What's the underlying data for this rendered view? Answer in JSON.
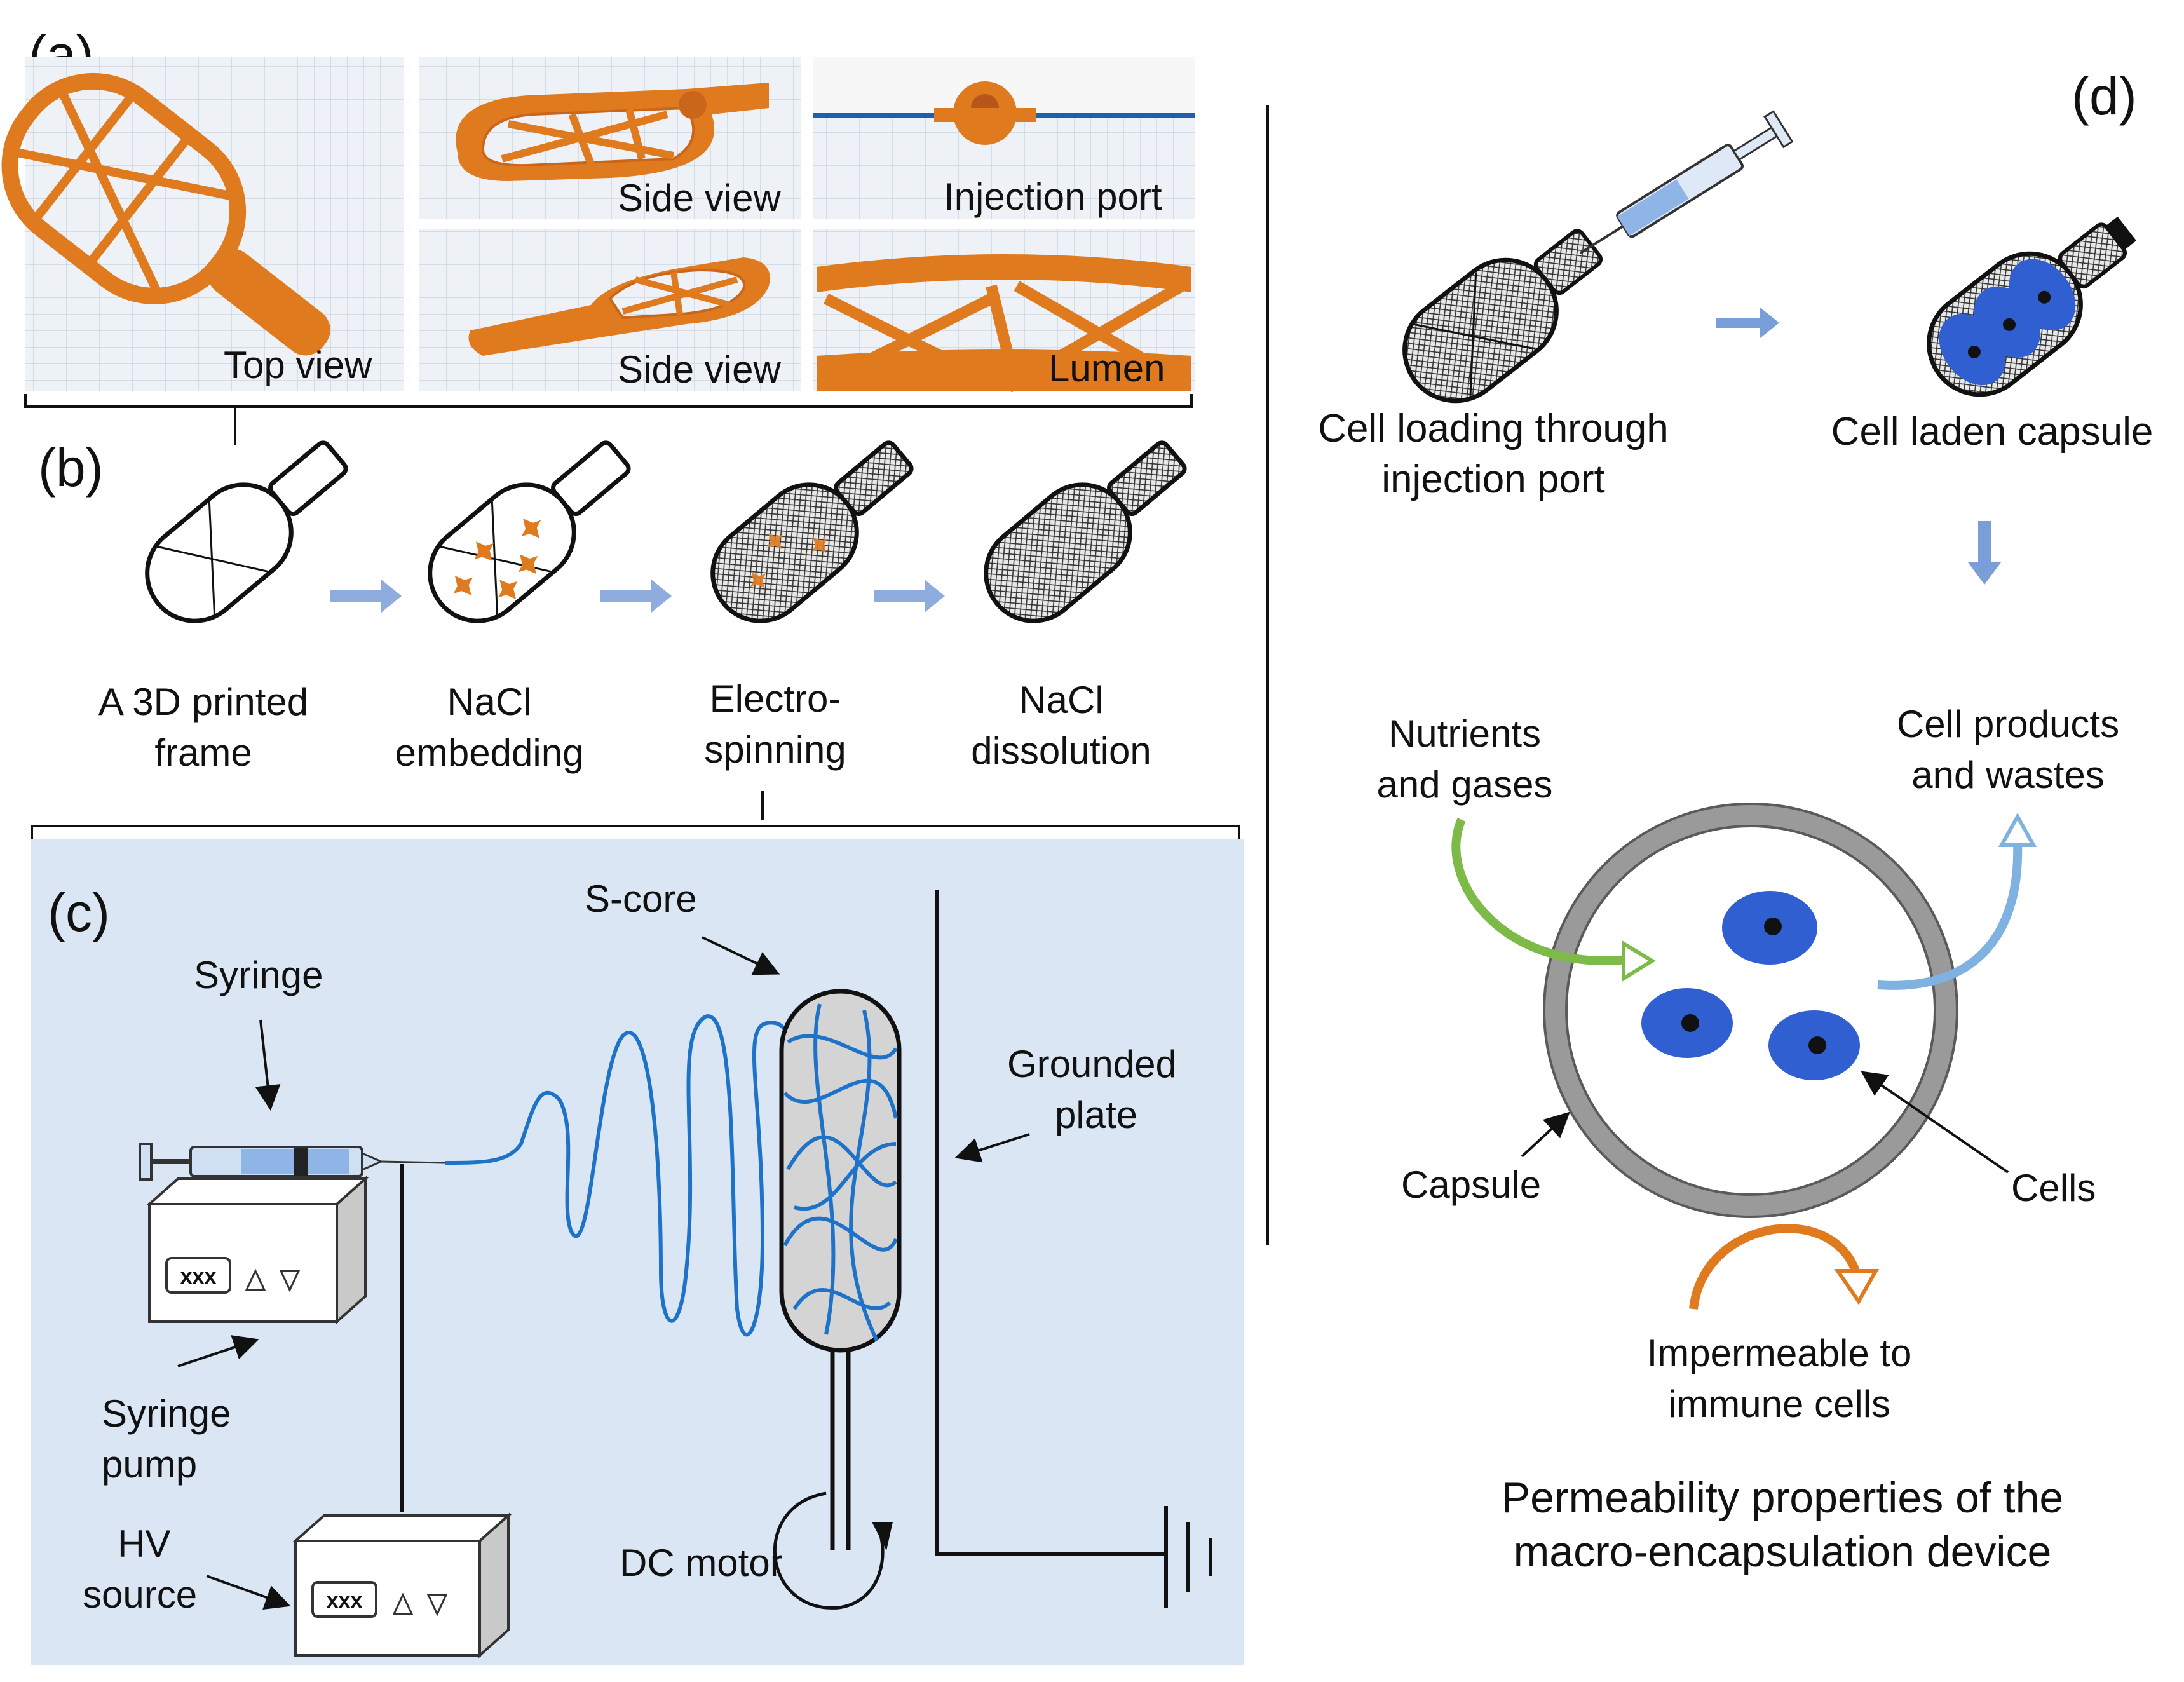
{
  "panels": {
    "a": {
      "letter": "(a)",
      "views": [
        "Top view",
        "Side view",
        "Injection port",
        "Side view",
        "Lumen"
      ]
    },
    "b": {
      "letter": "(b)",
      "steps": [
        {
          "line1": "A 3D printed",
          "line2": "frame"
        },
        {
          "line1": "NaCl",
          "line2": "embedding"
        },
        {
          "line1": "Electro-",
          "line2": "spinning"
        },
        {
          "line1": "NaCl",
          "line2": "dissolution"
        }
      ]
    },
    "c": {
      "letter": "(c)",
      "labels": {
        "syringe": "Syringe",
        "s_core": "S-core",
        "grounded_1": "Grounded",
        "grounded_2": "plate",
        "pump_1": "Syringe",
        "pump_2": "pump",
        "hv_1": "HV",
        "hv_2": "source",
        "dc_motor": "DC motor",
        "display_1": "xxx",
        "display_2": "xxx"
      }
    },
    "d": {
      "letter": "(d)",
      "labels": {
        "loading_1": "Cell loading through",
        "loading_2": "injection port",
        "laden": "Cell laden capsule",
        "nutrients_1": "Nutrients",
        "nutrients_2": "and gases",
        "products_1": "Cell products",
        "products_2": "and wastes",
        "capsule": "Capsule",
        "cells": "Cells",
        "imperm_1": "Impermeable to",
        "imperm_2": "immune cells",
        "caption_1": "Permeability properties of the",
        "caption_2": "macro-encapsulation device"
      }
    }
  },
  "colors": {
    "orange": "#E07A1F",
    "blue_bg": "#DAE6F3",
    "fiber_blue": "#1E73C8",
    "cell_blue": "#2F5FD0",
    "arrow_blue": "#7A9FD8",
    "green": "#7DBA48",
    "light_blue": "#7FB2E0"
  }
}
